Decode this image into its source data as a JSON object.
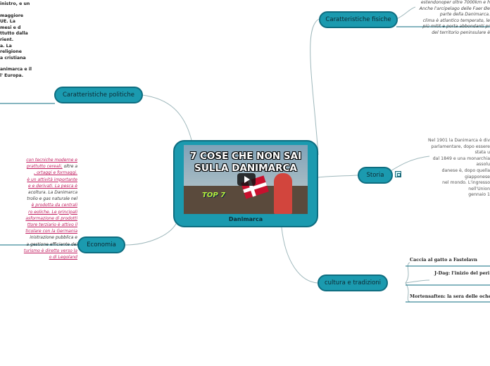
{
  "central": {
    "label": "Danimarca",
    "video_title": "7 COSE CHE NON SAI SULLA DANIMARCA",
    "video_badge": "TOP 7"
  },
  "topics": {
    "fisiche": "Caratteristiche fisiche",
    "politiche": "Caratteristiche politiche",
    "economia": "Economia",
    "storia": "Storia",
    "cultura": "cultura e tradizioni"
  },
  "politiche_text": [
    "inistro, e un",
    "maggiore",
    "UE. La",
    "mesi e d",
    "ttutto dalla",
    "rient.",
    "a.          La",
    "religione",
    "a cristiana",
    "",
    "animarca e il",
    "l' Europa."
  ],
  "fisiche_text": [
    "estendonoper oltre 7000km e h",
    "Anche l'arcipelago delle Faer Øe",
    "parte della Danimarca.",
    "clima è atlantico temperato, le",
    "più mitit e porta abbondanti pr",
    "del territorio peninsulare è"
  ],
  "storia_text": [
    "Nel 1901 la Danimarca è div",
    "parlamentare, dopo essere stata u",
    "dal 1849 e una monarchia assolu",
    "danese è, dopo quella giapponese",
    "nel mondo. L'ingresso nell'Union",
    "gennaio 1"
  ],
  "economia_lines": [
    {
      "segments": [
        {
          "t": "con tecniche moderne e",
          "hl": true
        }
      ]
    },
    {
      "segments": [
        {
          "t": "prattutto cereali,",
          "hl": true
        },
        {
          "t": " oltre a",
          "hl": false
        }
      ]
    },
    {
      "segments": [
        {
          "t": ", ortaggi e formaggi.",
          "hl": true
        }
      ]
    },
    {
      "segments": [
        {
          "t": "è un attività importante",
          "hl": true
        }
      ]
    },
    {
      "segments": [
        {
          "t": "e e derivati. La pesca è",
          "hl": true
        }
      ]
    },
    {
      "segments": [
        {
          "t": "acoltura. La Danimarca",
          "hl": false
        }
      ]
    },
    {
      "segments": [
        {
          "t": "trolio e gas naturale nel",
          "hl": false
        }
      ]
    },
    {
      "segments": [
        {
          "t": "è prodotta da centrali",
          "hl": true
        }
      ]
    },
    {
      "segments": [
        {
          "t": "ro eoliche. Le principali",
          "hl": true
        }
      ]
    },
    {
      "segments": [
        {
          "t": "asformazione di prodotti",
          "hl": true
        }
      ]
    },
    {
      "segments": [
        {
          "t": "ttore terziario è attivo il",
          "hl": true
        }
      ]
    },
    {
      "segments": [
        {
          "t": "ticolare con la Germania",
          "hl": true
        }
      ]
    },
    {
      "segments": [
        {
          "t": "inistrazione pubblica e",
          "hl": false
        }
      ]
    },
    {
      "segments": [
        {
          "t": "a gestione efficiente dei",
          "hl": false
        }
      ]
    },
    {
      "segments": [
        {
          "t": "turismo è diretto verso la",
          "hl": true
        }
      ]
    },
    {
      "segments": [
        {
          "t": "o di Legoland",
          "hl": true
        }
      ]
    }
  ],
  "cultura_items": [
    "Caccia al gatto a Fastelavn",
    "J-Dag: l'inizio del peri",
    "Mortensaften: la sera delle oche"
  ],
  "colors": {
    "topic": "#1b9aaf",
    "topic_border": "#0e6d80",
    "line": "#9fb8bc",
    "highlight": "#c0185c"
  }
}
